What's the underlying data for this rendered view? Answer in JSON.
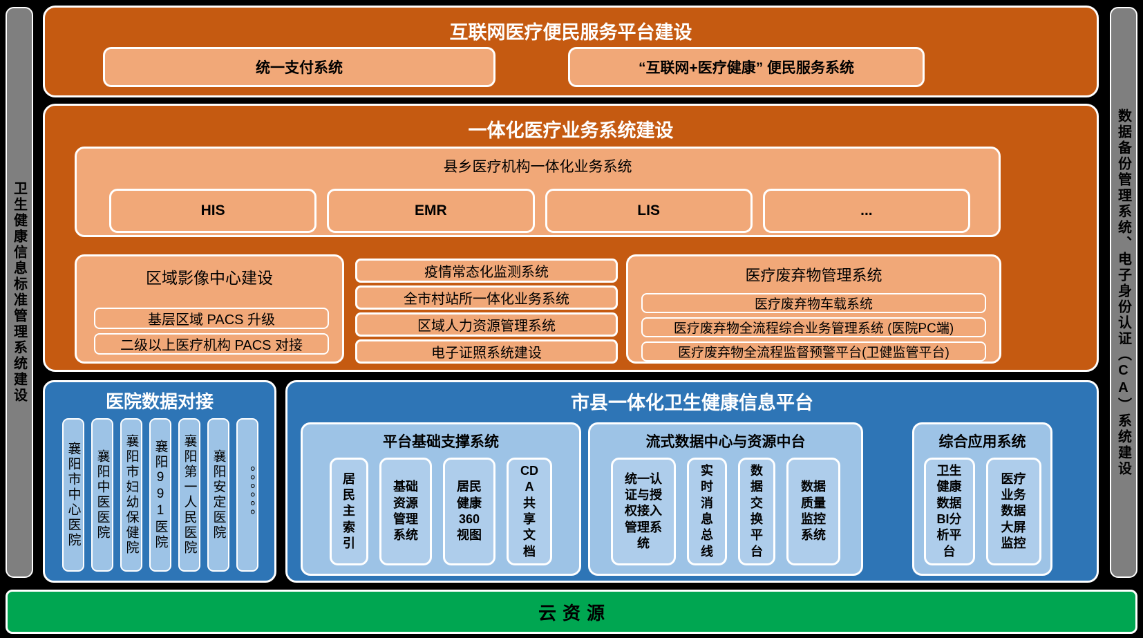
{
  "left_bar": {
    "label": "卫生健康信息标准管理系统建设"
  },
  "right_bar": {
    "label": "数据备份管理系统、电子身份认证（CA）系统建设"
  },
  "internet_platform": {
    "title": "互联网医疗便民服务平台建设",
    "items": [
      "统一支付系统",
      "“互联网+医疗健康” 便民服务系统"
    ]
  },
  "integrated_medical": {
    "title": "一体化医疗业务系统建设",
    "county_township": {
      "title": "县乡医疗机构一体化业务系统",
      "systems": [
        "HIS",
        "EMR",
        "LIS",
        "..."
      ]
    },
    "imaging_center": {
      "title": "区域影像中心建设",
      "items": [
        "基层区域 PACS 升级",
        "二级以上医疗机构 PACS 对接"
      ]
    },
    "middle_stack": [
      "疫情常态化监测系统",
      "全市村站所一体化业务系统",
      "区域人力资源管理系统",
      "电子证照系统建设"
    ],
    "medical_waste": {
      "title": "医疗废弃物管理系统",
      "items": [
        "医疗废弃物车载系统",
        "医疗废弃物全流程综合业务管理系统 (医院PC端)",
        "医疗废弃物全流程监督预警平台(卫健监管平台)"
      ]
    }
  },
  "hospital_integration": {
    "title": "医院数据对接",
    "hospitals": [
      "襄阳市中心医院",
      "襄阳中医医院",
      "襄阳市妇幼保健院",
      "襄阳991医院",
      "襄阳第一人民医院",
      "襄阳安定医院",
      "。。。。。。"
    ]
  },
  "city_county_platform": {
    "title": "市县一体化卫生健康信息平台",
    "groups": [
      {
        "title": "平台基础支撑系统",
        "items": [
          "居民主索引",
          "基础资源管理系统",
          "居民健康360视图",
          "CDA共享文档"
        ]
      },
      {
        "title": "流式数据中心与资源中台",
        "items": [
          "统一认证与授权接入管理系统",
          "实时消息总线",
          "数据交换平台",
          "数据质量监控系统"
        ]
      },
      {
        "title": "综合应用系统",
        "items": [
          "卫生健康数据BI分析平台",
          "医疗业务数据大屏监控"
        ]
      }
    ]
  },
  "cloud": {
    "title": "云资源"
  },
  "colors": {
    "background": "#000000",
    "dark_orange": "#C55A11",
    "light_orange": "#F1A878",
    "dark_blue": "#2E75B6",
    "light_blue": "#9DC3E6",
    "lighter_blue": "#AECDEB",
    "gray": "#7F7F7F",
    "green": "#00A651",
    "border": "#FFFFFF"
  }
}
